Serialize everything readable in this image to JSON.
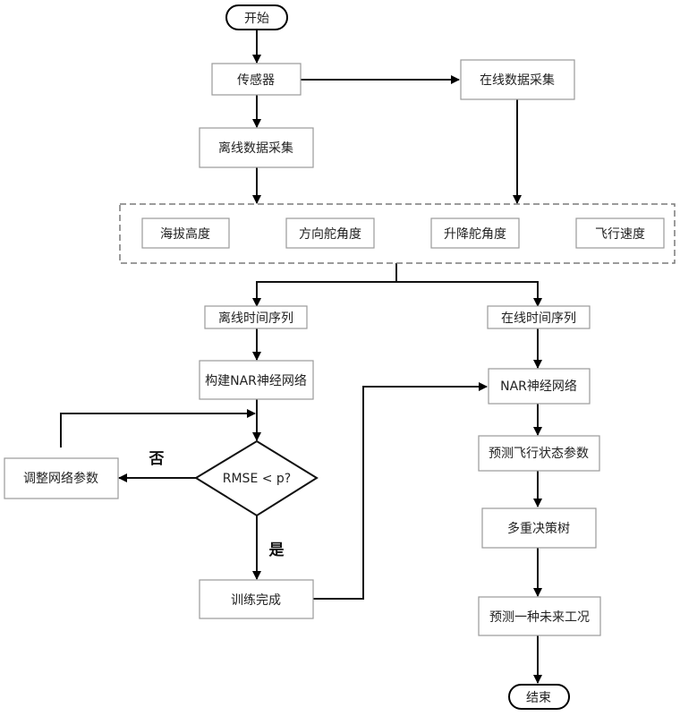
{
  "flowchart": {
    "start": "开始",
    "end": "结束",
    "sensor": "传感器",
    "offline_collect": "离线数据采集",
    "online_collect": "在线数据采集",
    "parameters": [
      "海拔高度",
      "方向舵角度",
      "升降舵角度",
      "飞行速度"
    ],
    "offline_series": "离线时间序列",
    "online_series": "在线时间序列",
    "build_nar": "构建NAR神经网络",
    "decision": "RMSE < p?",
    "no_label": "否",
    "yes_label": "是",
    "adjust_params": "调整网络参数",
    "training_done": "训练完成",
    "nar_network": "NAR神经网络",
    "predict_state": "预测飞行状态参数",
    "decision_tree": "多重决策树",
    "predict_condition": "预测一种未来工况"
  }
}
